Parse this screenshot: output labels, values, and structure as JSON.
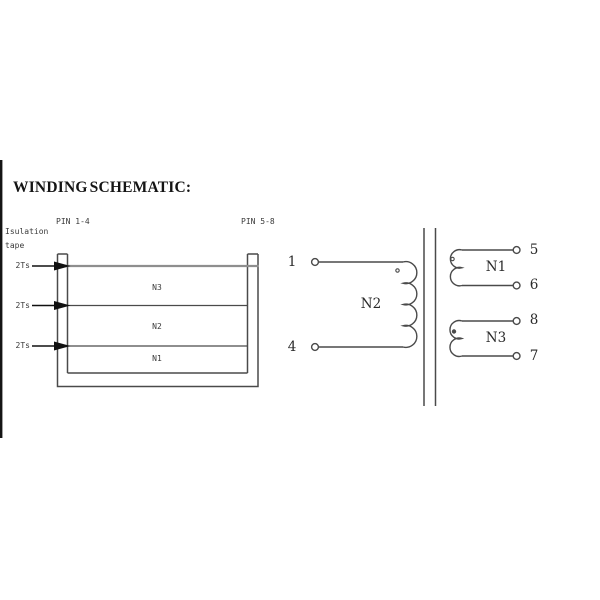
{
  "title": "WINDING SCHEMATIC:",
  "bobbin": {
    "insulation_line1": "Isulation",
    "insulation_line2": "tape",
    "pin_left": "PIN 1-4",
    "pin_right": "PIN 5-8",
    "tape_turns": [
      "2Ts",
      "2Ts",
      "2Ts"
    ],
    "layers": [
      "N3",
      "N2",
      "N1"
    ]
  },
  "schematic": {
    "primary": {
      "label": "N2",
      "pin_top": "1",
      "pin_bottom": "4"
    },
    "secondary1": {
      "label": "N1",
      "pin_top": "5",
      "pin_bottom": "6"
    },
    "secondary2": {
      "label": "N3",
      "pin_top": "8",
      "pin_bottom": "7"
    }
  },
  "colors": {
    "line": "#4a4a4a",
    "tape_line": "#8e8e8e",
    "arrow": "#101010",
    "text": "#3a3a3a"
  }
}
